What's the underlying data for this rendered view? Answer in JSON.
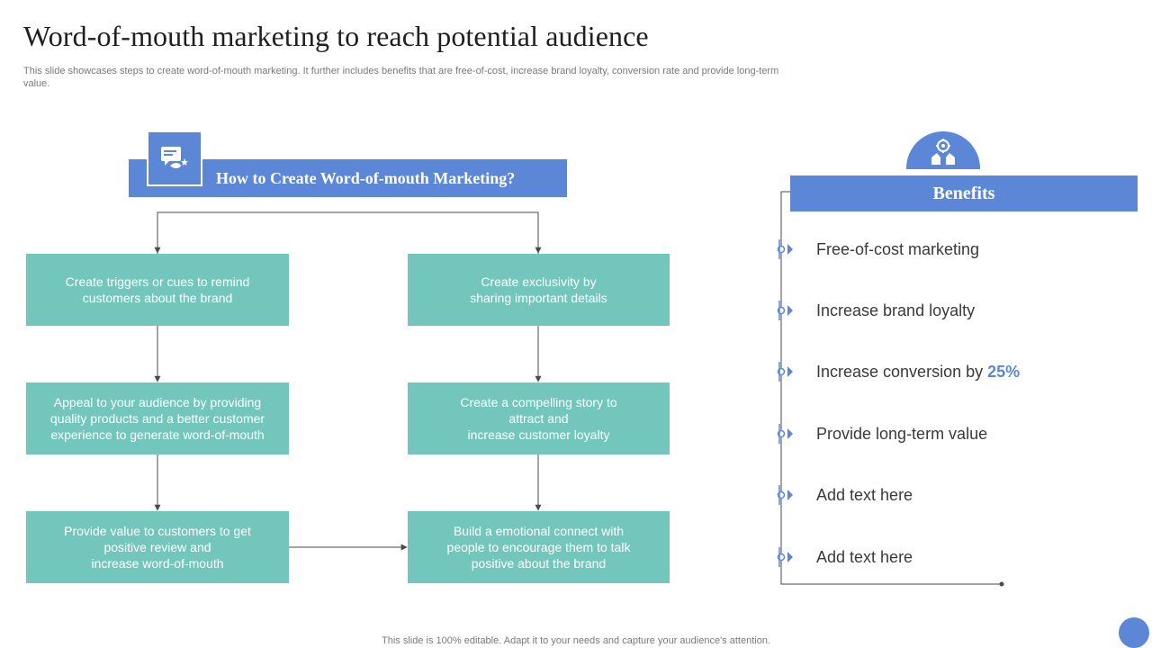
{
  "slide": {
    "title": "Word-of-mouth marketing to reach potential audience",
    "subtitle": "This slide showcases steps to create word-of-mouth marketing. It further includes benefits that are free-of-cost, increase brand loyalty, conversion rate and provide long-term value.",
    "footer": "This slide is 100% editable. Adapt it to your needs and capture your audience's attention."
  },
  "colors": {
    "accent_blue": "#5b87d6",
    "step_teal": "#72c6bc",
    "connector": "#4a4a4a"
  },
  "flow": {
    "header": "How to Create Word-of-mouth Marketing?",
    "header_icon": "feedback-chat-icon",
    "left_steps": [
      "Create triggers or cues to remind\ncustomers about the brand",
      "Appeal to your audience by providing\nquality products and a better customer\nexperience to generate word-of-mouth",
      "Provide value to customers to get\npositive review and\nincrease word-of-mouth"
    ],
    "right_steps": [
      "Create exclusivity by\nsharing important details",
      "Create a compelling story to\nattract and\nincrease customer loyalty",
      "Build a emotional connect with\npeople to encourage them to talk\npositive about the brand"
    ]
  },
  "benefits": {
    "title": "Benefits",
    "icon": "hands-gear-icon",
    "items": [
      {
        "text": "Free-of-cost marketing",
        "highlight": ""
      },
      {
        "text": "Increase brand loyalty",
        "highlight": ""
      },
      {
        "text": "Increase conversion by ",
        "highlight": "25%"
      },
      {
        "text": "Provide long-term value",
        "highlight": ""
      },
      {
        "text": "Add text here",
        "highlight": ""
      },
      {
        "text": "Add text here",
        "highlight": ""
      }
    ]
  }
}
